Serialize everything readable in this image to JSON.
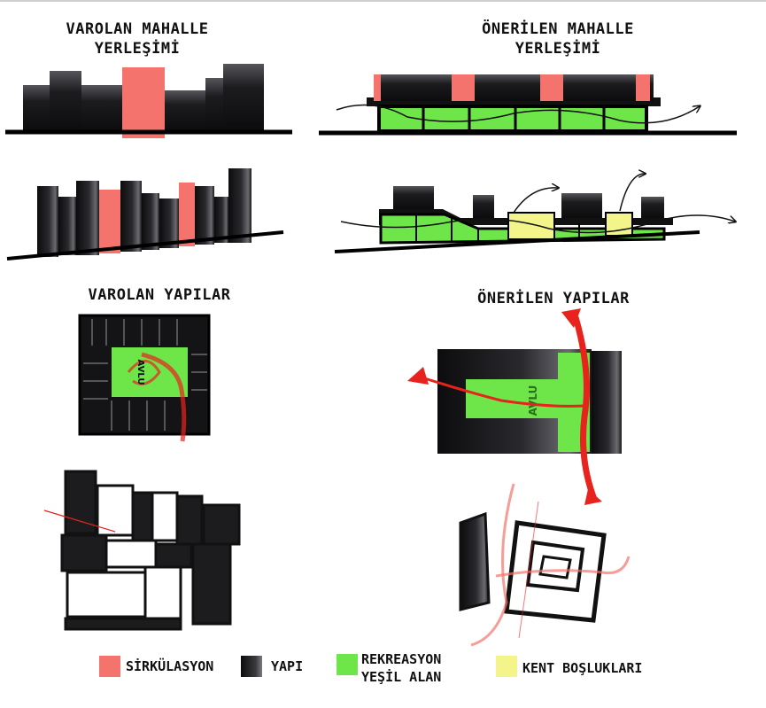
{
  "titles": {
    "existing_neighborhood_line1": "VAROLAN MAHALLE",
    "existing_neighborhood_line2": "YERLEŞİMİ",
    "proposed_neighborhood_line1": "ÖNERİLEN MAHALLE",
    "proposed_neighborhood_line2": "YERLEŞİMİ",
    "existing_buildings": "VAROLAN YAPILAR",
    "proposed_buildings": "ÖNERİLEN YAPILAR"
  },
  "labels": {
    "courtyard_existing": "AVLU",
    "courtyard_proposed": "AVLU"
  },
  "legend": [
    {
      "label_line1": "SİRKÜLASYON",
      "label_line2": "",
      "color": "#f4736c"
    },
    {
      "label_line1": "YAPI",
      "label_line2": "",
      "color": "#1a1a1c"
    },
    {
      "label_line1": "REKREASYON",
      "label_line2": "YEŞİL ALAN",
      "color": "#6ee64a"
    },
    {
      "label_line1": "KENT BOŞLUKLARI",
      "label_line2": "",
      "color": "#f3f58a"
    }
  ],
  "colors": {
    "building": "#1a1a1c",
    "circulation": "#f4736c",
    "green": "#6ee64a",
    "urban_void": "#f3f58a",
    "arrow_red": "#e8221c"
  }
}
